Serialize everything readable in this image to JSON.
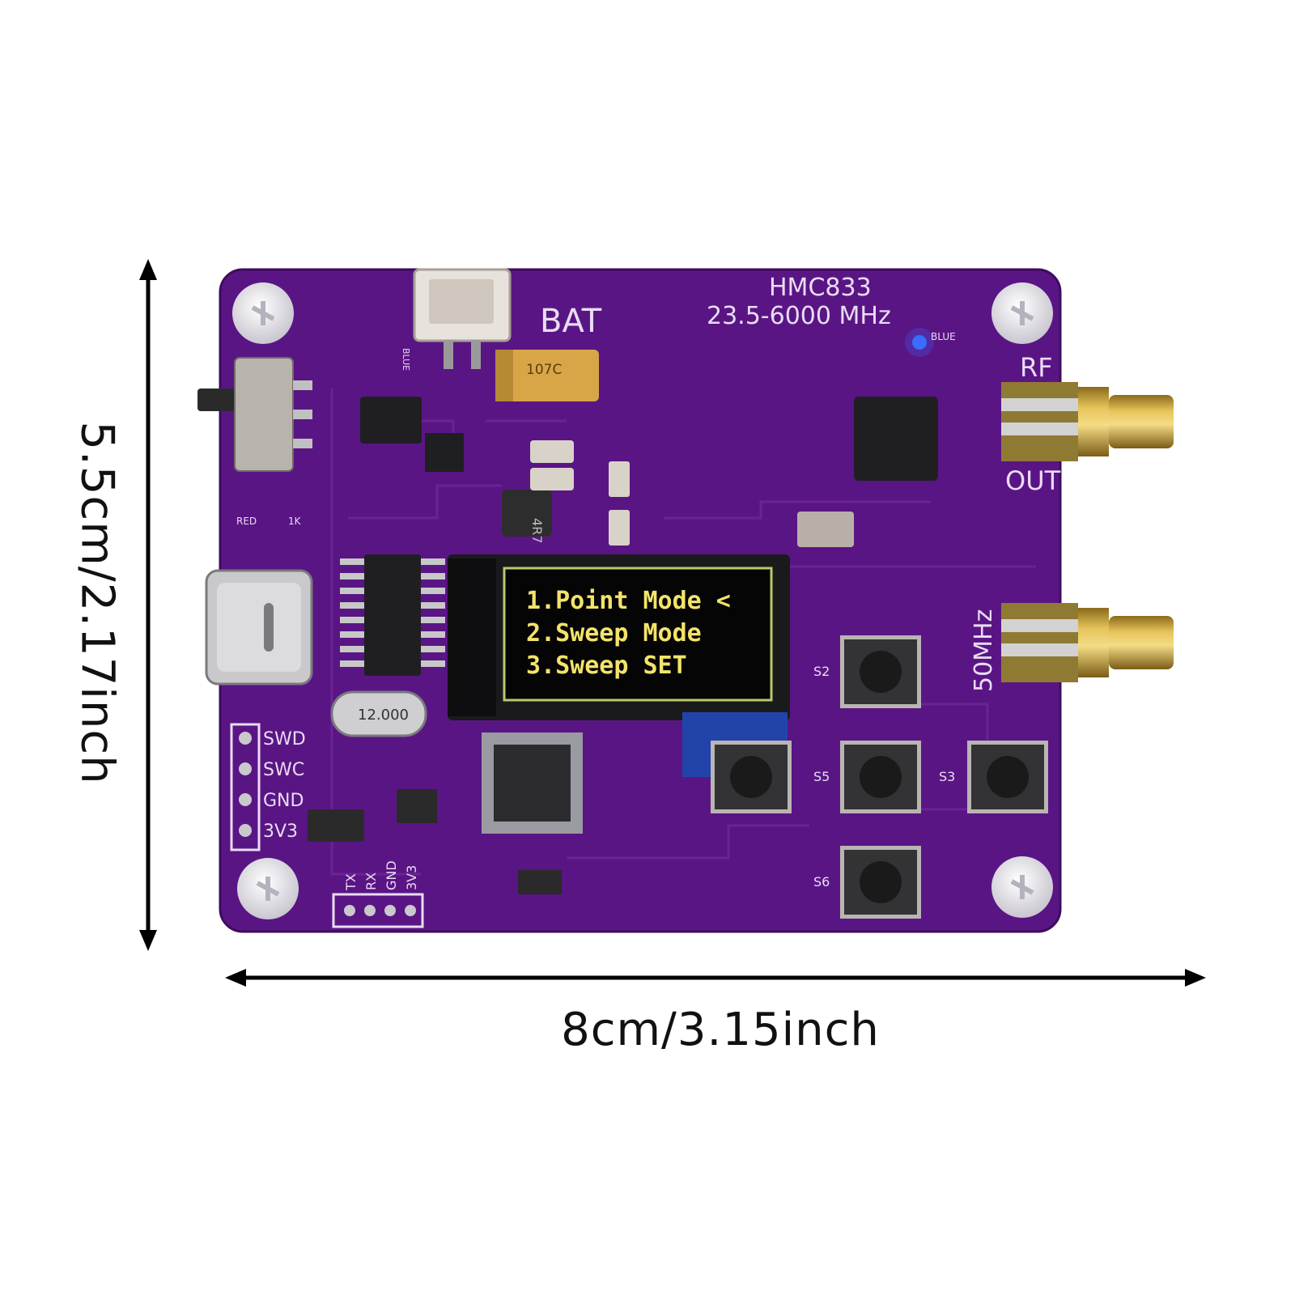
{
  "dimensions": {
    "width": "8cm/3.15inch",
    "height": "5.5cm/2.17inch"
  },
  "board": {
    "chip": "HMC833",
    "frequency_range": "23.5-6000 MHz",
    "battery_label": "BAT",
    "rf_label": "RF",
    "out_label": "OUT",
    "ref_label": "50MHz",
    "debug_pins": [
      "SWD",
      "SWC",
      "GND",
      "3V3"
    ],
    "uart_pins": [
      "TX",
      "RX",
      "GND",
      "3V3"
    ],
    "buttons": [
      "S2",
      "S5",
      "S3",
      "S6"
    ],
    "crystal": "12.000",
    "inductor": "4R7",
    "capacitor": "107C",
    "led_labels": [
      "RED",
      "BLUE",
      "1K",
      "BLUE"
    ],
    "colors": {
      "pcb": "#5a1585",
      "silk": "#e9dcf3",
      "oled_text": "#f3e36a",
      "gold": "#c9a23f"
    }
  },
  "oled": {
    "lines": [
      "1.Point Mode <",
      "2.Sweep Mode",
      "3.Sweep SET"
    ]
  }
}
